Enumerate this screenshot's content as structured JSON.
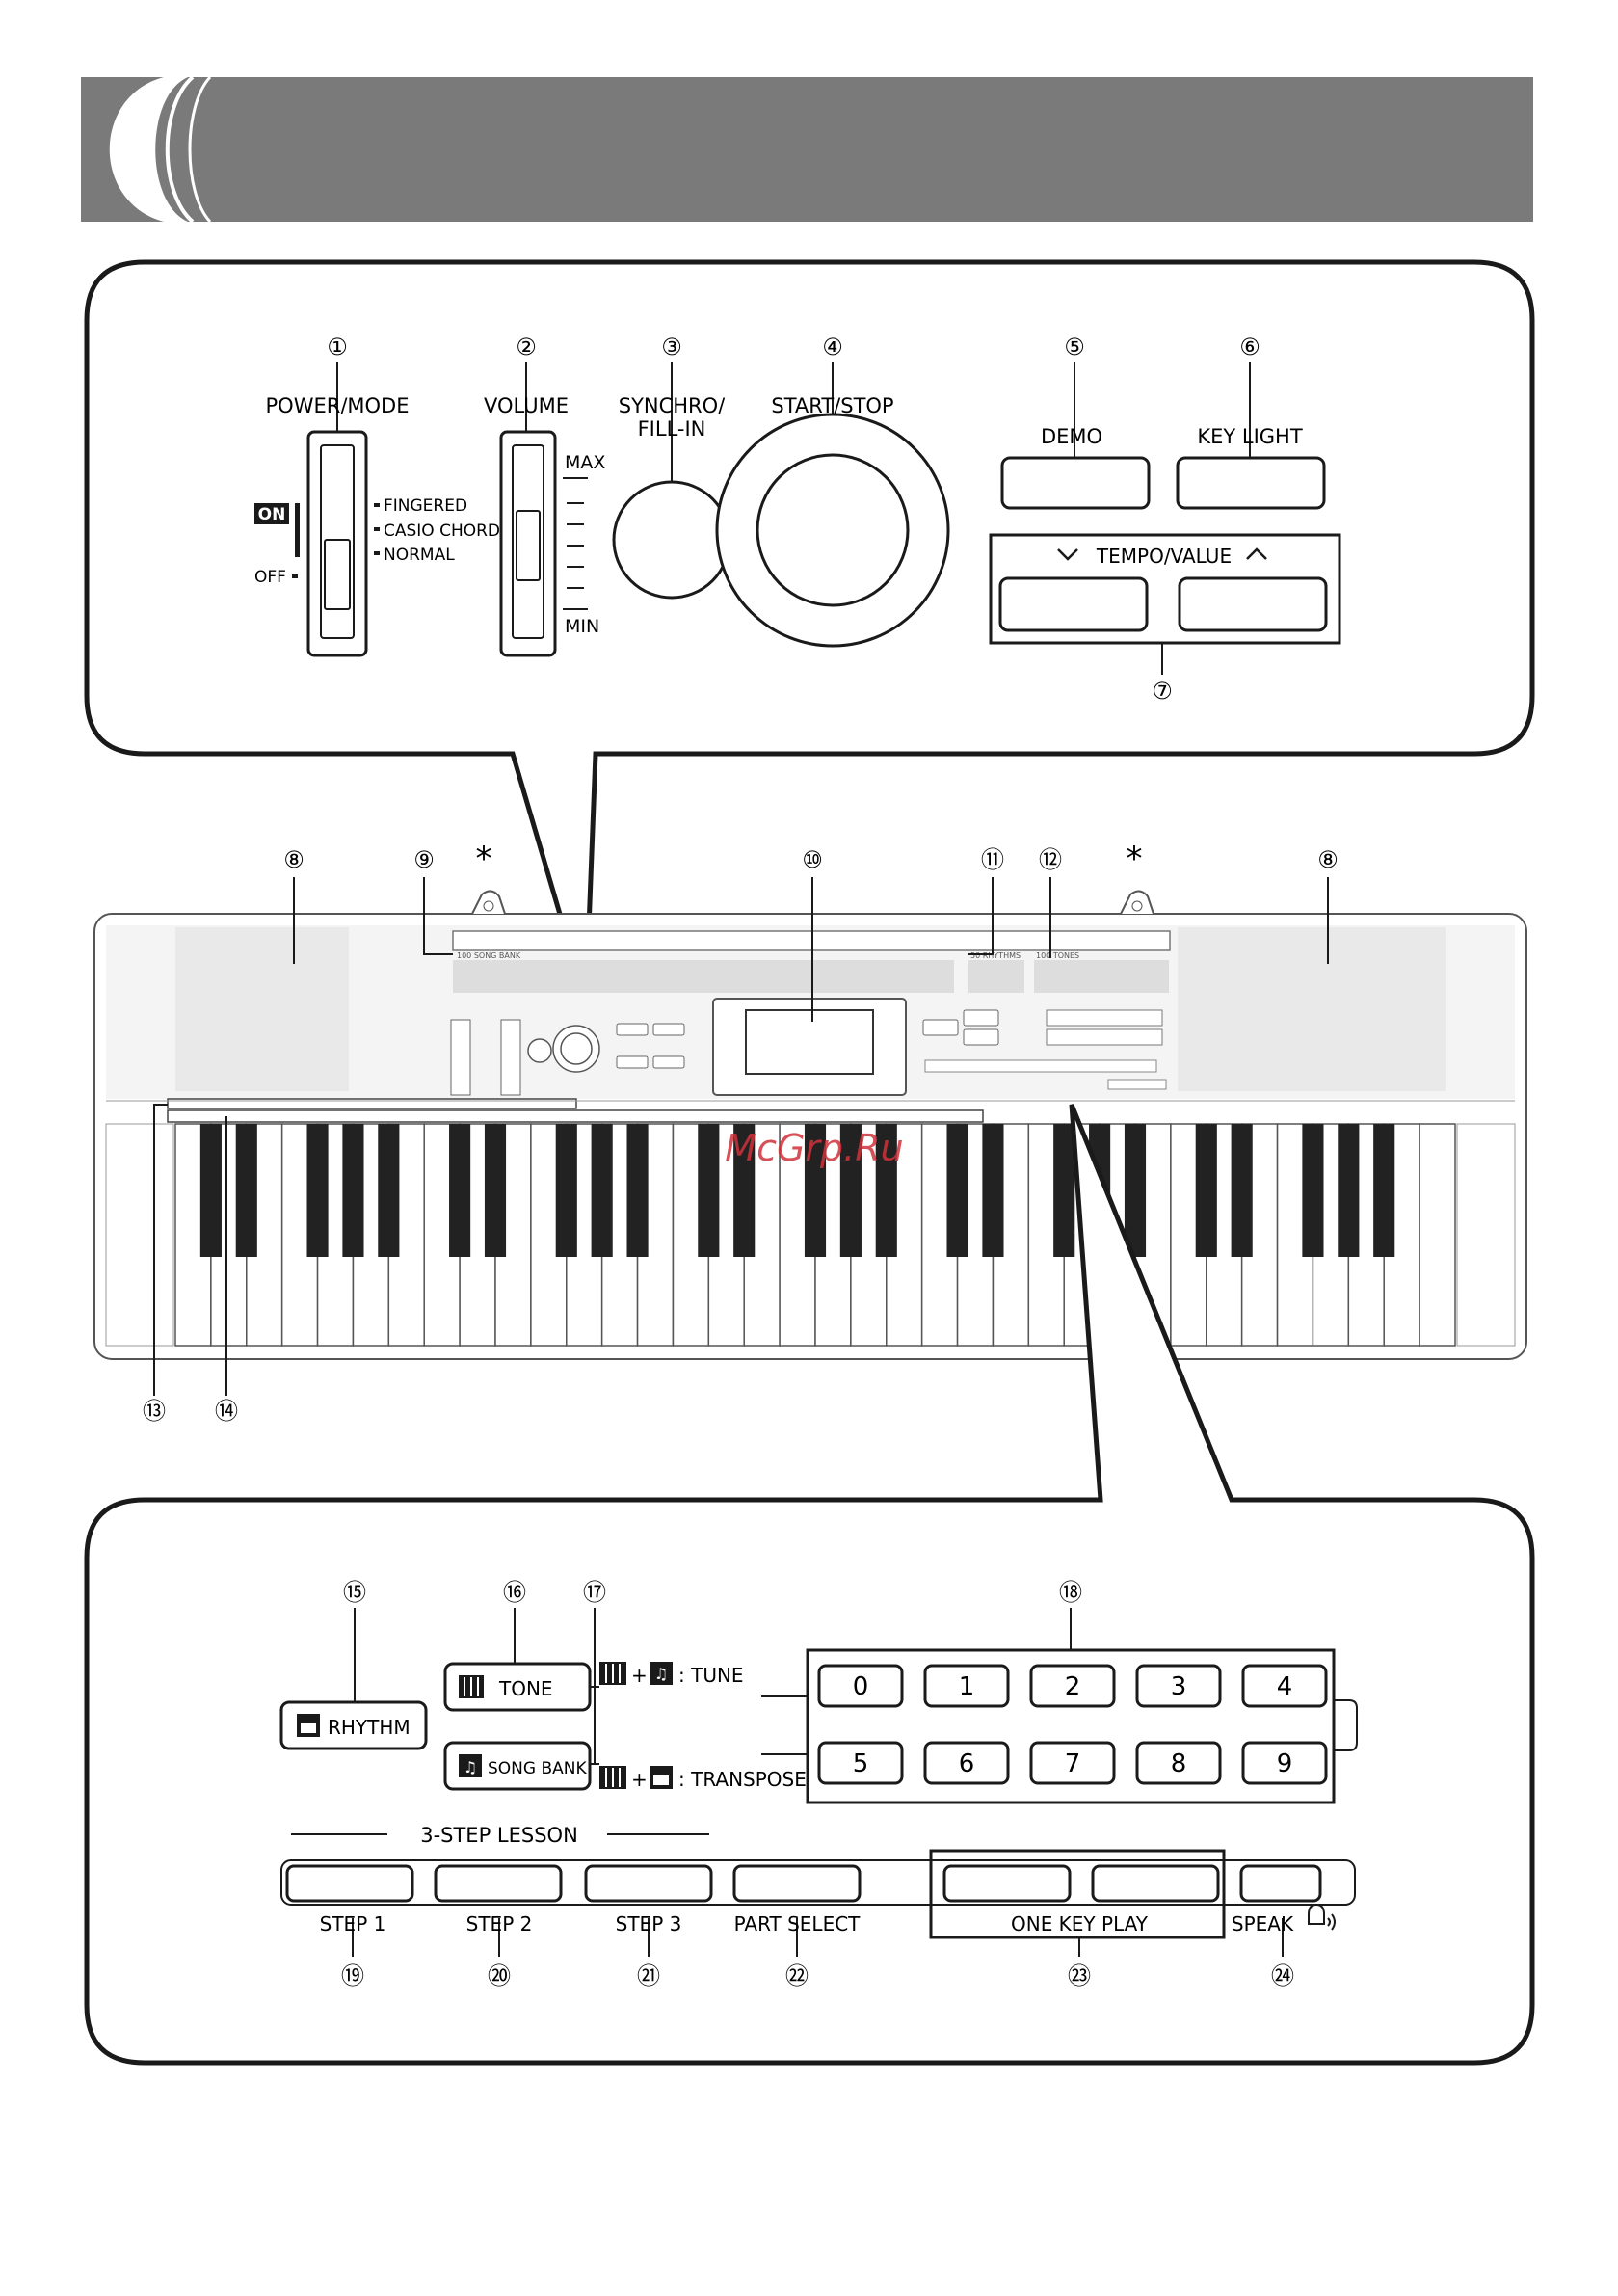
{
  "panel1": {
    "callouts": [
      "①",
      "②",
      "③",
      "④",
      "⑤",
      "⑥",
      "⑦"
    ],
    "power_label": "POWER/MODE",
    "volume_label": "VOLUME",
    "synchro_label_1": "SYNCHRO/",
    "synchro_label_2": "FILL-IN",
    "startstop_label": "START/STOP",
    "demo_label": "DEMO",
    "keylight_label": "KEY LIGHT",
    "tempo_label": "TEMPO/VALUE",
    "on_label": "ON",
    "off_label": "OFF",
    "mode_options": [
      "FINGERED",
      "CASIO CHORD",
      "NORMAL"
    ],
    "max_label": "MAX",
    "min_label": "MIN"
  },
  "keyboard": {
    "callouts": [
      "⑧",
      "⑨",
      "⑩",
      "⑪",
      "⑫",
      "⑧",
      "⑬",
      "⑭"
    ],
    "asterisk": "*",
    "watermark": "McGrp.Ru",
    "song_bank_label": "100 SONG BANK",
    "rhythms_label": "50 RHYTHMS",
    "tones_label": "100 TONES"
  },
  "panel2": {
    "callouts": [
      "⑮",
      "⑯",
      "⑰",
      "⑱",
      "⑲",
      "⑳",
      "㉑",
      "㉒",
      "㉓",
      "㉔"
    ],
    "rhythm_label": "RHYTHM",
    "tone_label": "TONE",
    "songbank_label": "SONG BANK",
    "tune_label": ": TUNE",
    "transpose_label": ": TRANSPOSE",
    "plus": "+",
    "digits": [
      "0",
      "1",
      "2",
      "3",
      "4",
      "5",
      "6",
      "7",
      "8",
      "9"
    ],
    "lesson_label": "3-STEP LESSON",
    "step_labels": [
      "STEP 1",
      "STEP 2",
      "STEP 3",
      "PART SELECT"
    ],
    "onekey_label": "ONE KEY PLAY",
    "speak_label": "SPEAK"
  },
  "colors": {
    "header": "#7a7a7a",
    "line": "#1a1a1a",
    "watermark": "#d0323a"
  }
}
